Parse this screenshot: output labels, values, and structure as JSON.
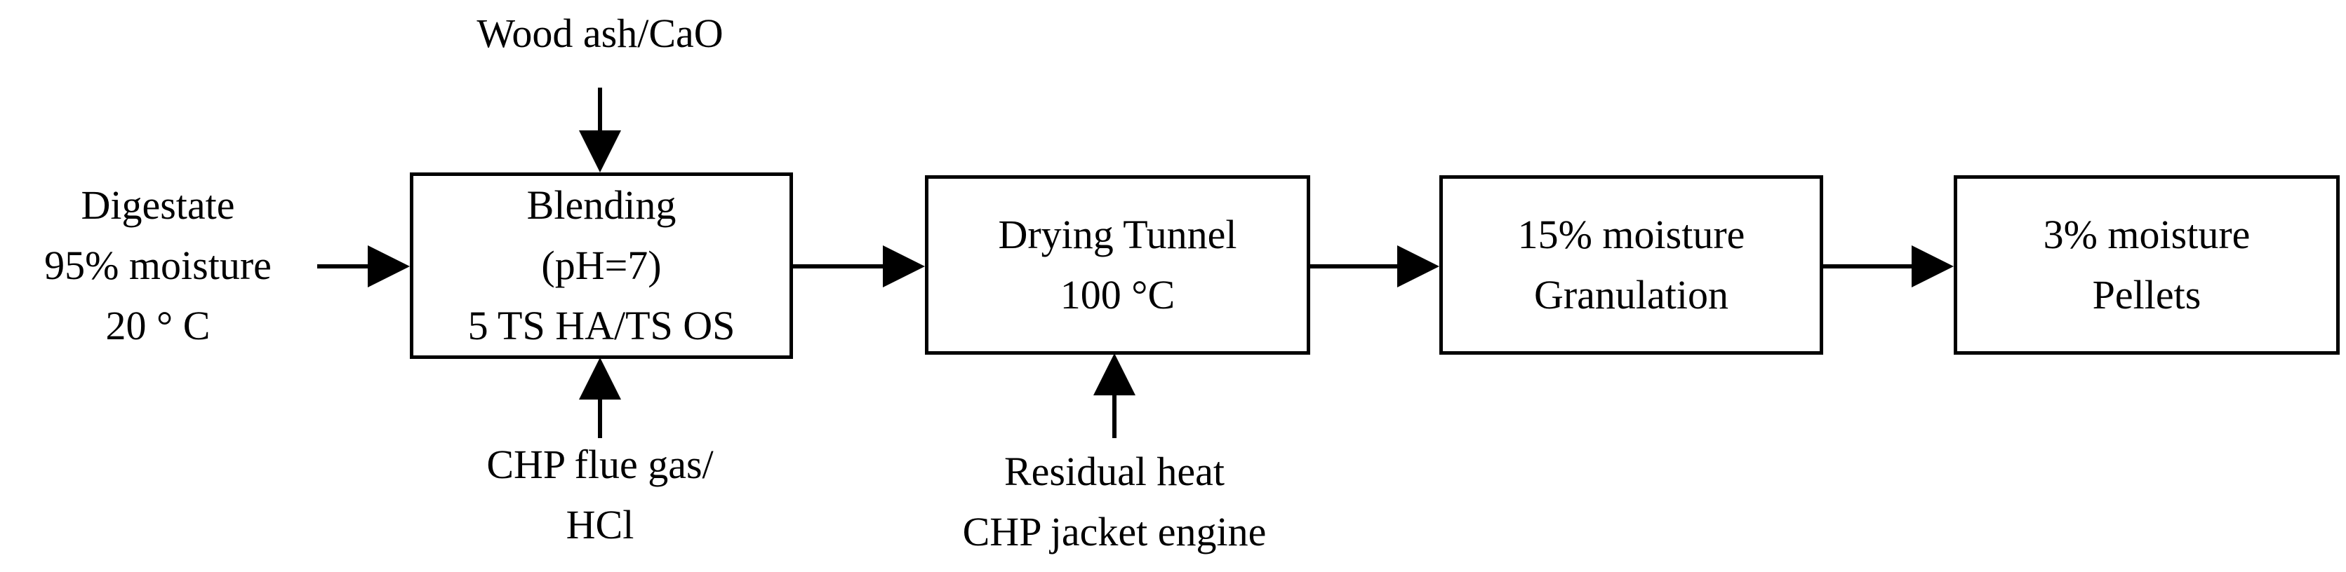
{
  "inputs": {
    "digestate": [
      "Digestate",
      "95% moisture",
      "20 ° C"
    ],
    "additive_top": [
      "Wood ash/CaO"
    ],
    "additive_bottom": [
      "CHP flue gas/",
      "HCl"
    ],
    "heat_bottom": [
      "Residual heat",
      "CHP jacket engine"
    ]
  },
  "boxes": {
    "blending": [
      "Blending",
      "(pH=7)",
      "5 TS HA/TS OS"
    ],
    "drying": [
      "Drying Tunnel",
      "100 °C"
    ],
    "granulation": [
      "15% moisture",
      "Granulation"
    ],
    "pellets": [
      "3% moisture",
      "Pellets"
    ]
  }
}
